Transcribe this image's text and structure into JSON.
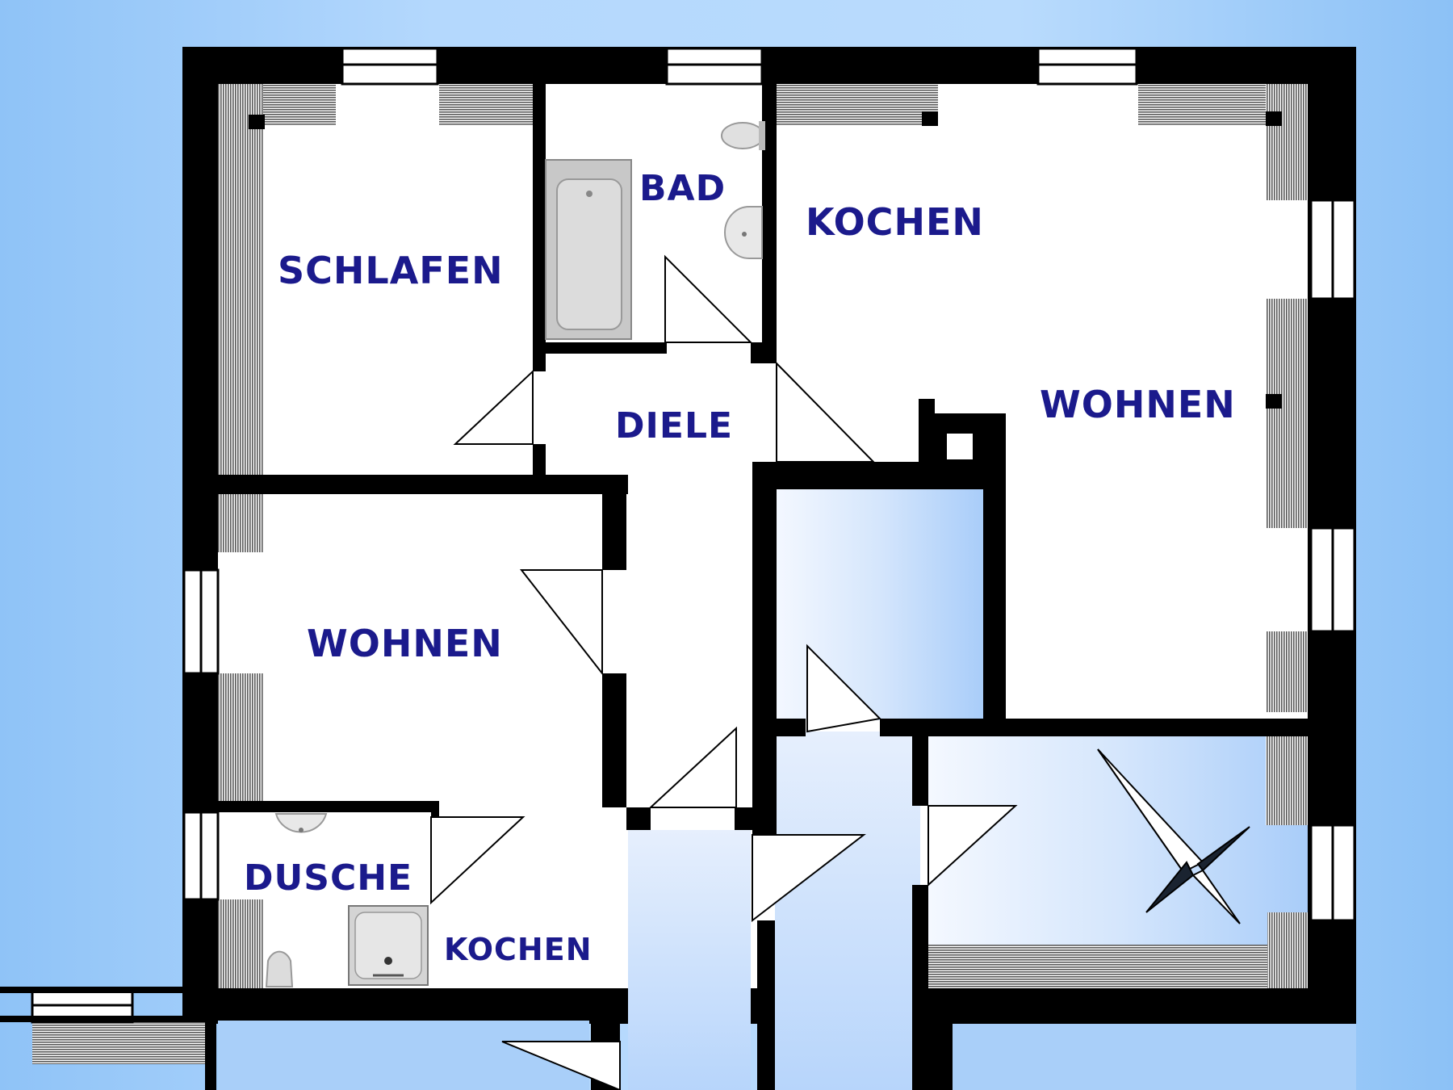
{
  "floorplan": {
    "rooms": [
      {
        "id": "schlafen",
        "label": "SCHLAFEN"
      },
      {
        "id": "bad",
        "label": "BAD"
      },
      {
        "id": "kochen-top",
        "label": "KOCHEN"
      },
      {
        "id": "wohnen-right",
        "label": "WOHNEN"
      },
      {
        "id": "diele",
        "label": "DIELE"
      },
      {
        "id": "wohnen-left",
        "label": "WOHNEN"
      },
      {
        "id": "dusche",
        "label": "DUSCHE"
      },
      {
        "id": "kochen-bottom",
        "label": "KOCHEN"
      }
    ],
    "fixtures": [
      "bathtub-icon",
      "toilet-icon",
      "washbasin-icon",
      "shower-tray-icon",
      "compass-icon"
    ],
    "colors": {
      "wall": "#000000",
      "floor": "#ffffff",
      "label": "#1b1a8c",
      "background": "#b4d8fd",
      "shared_area": "#d8e9fd"
    }
  }
}
